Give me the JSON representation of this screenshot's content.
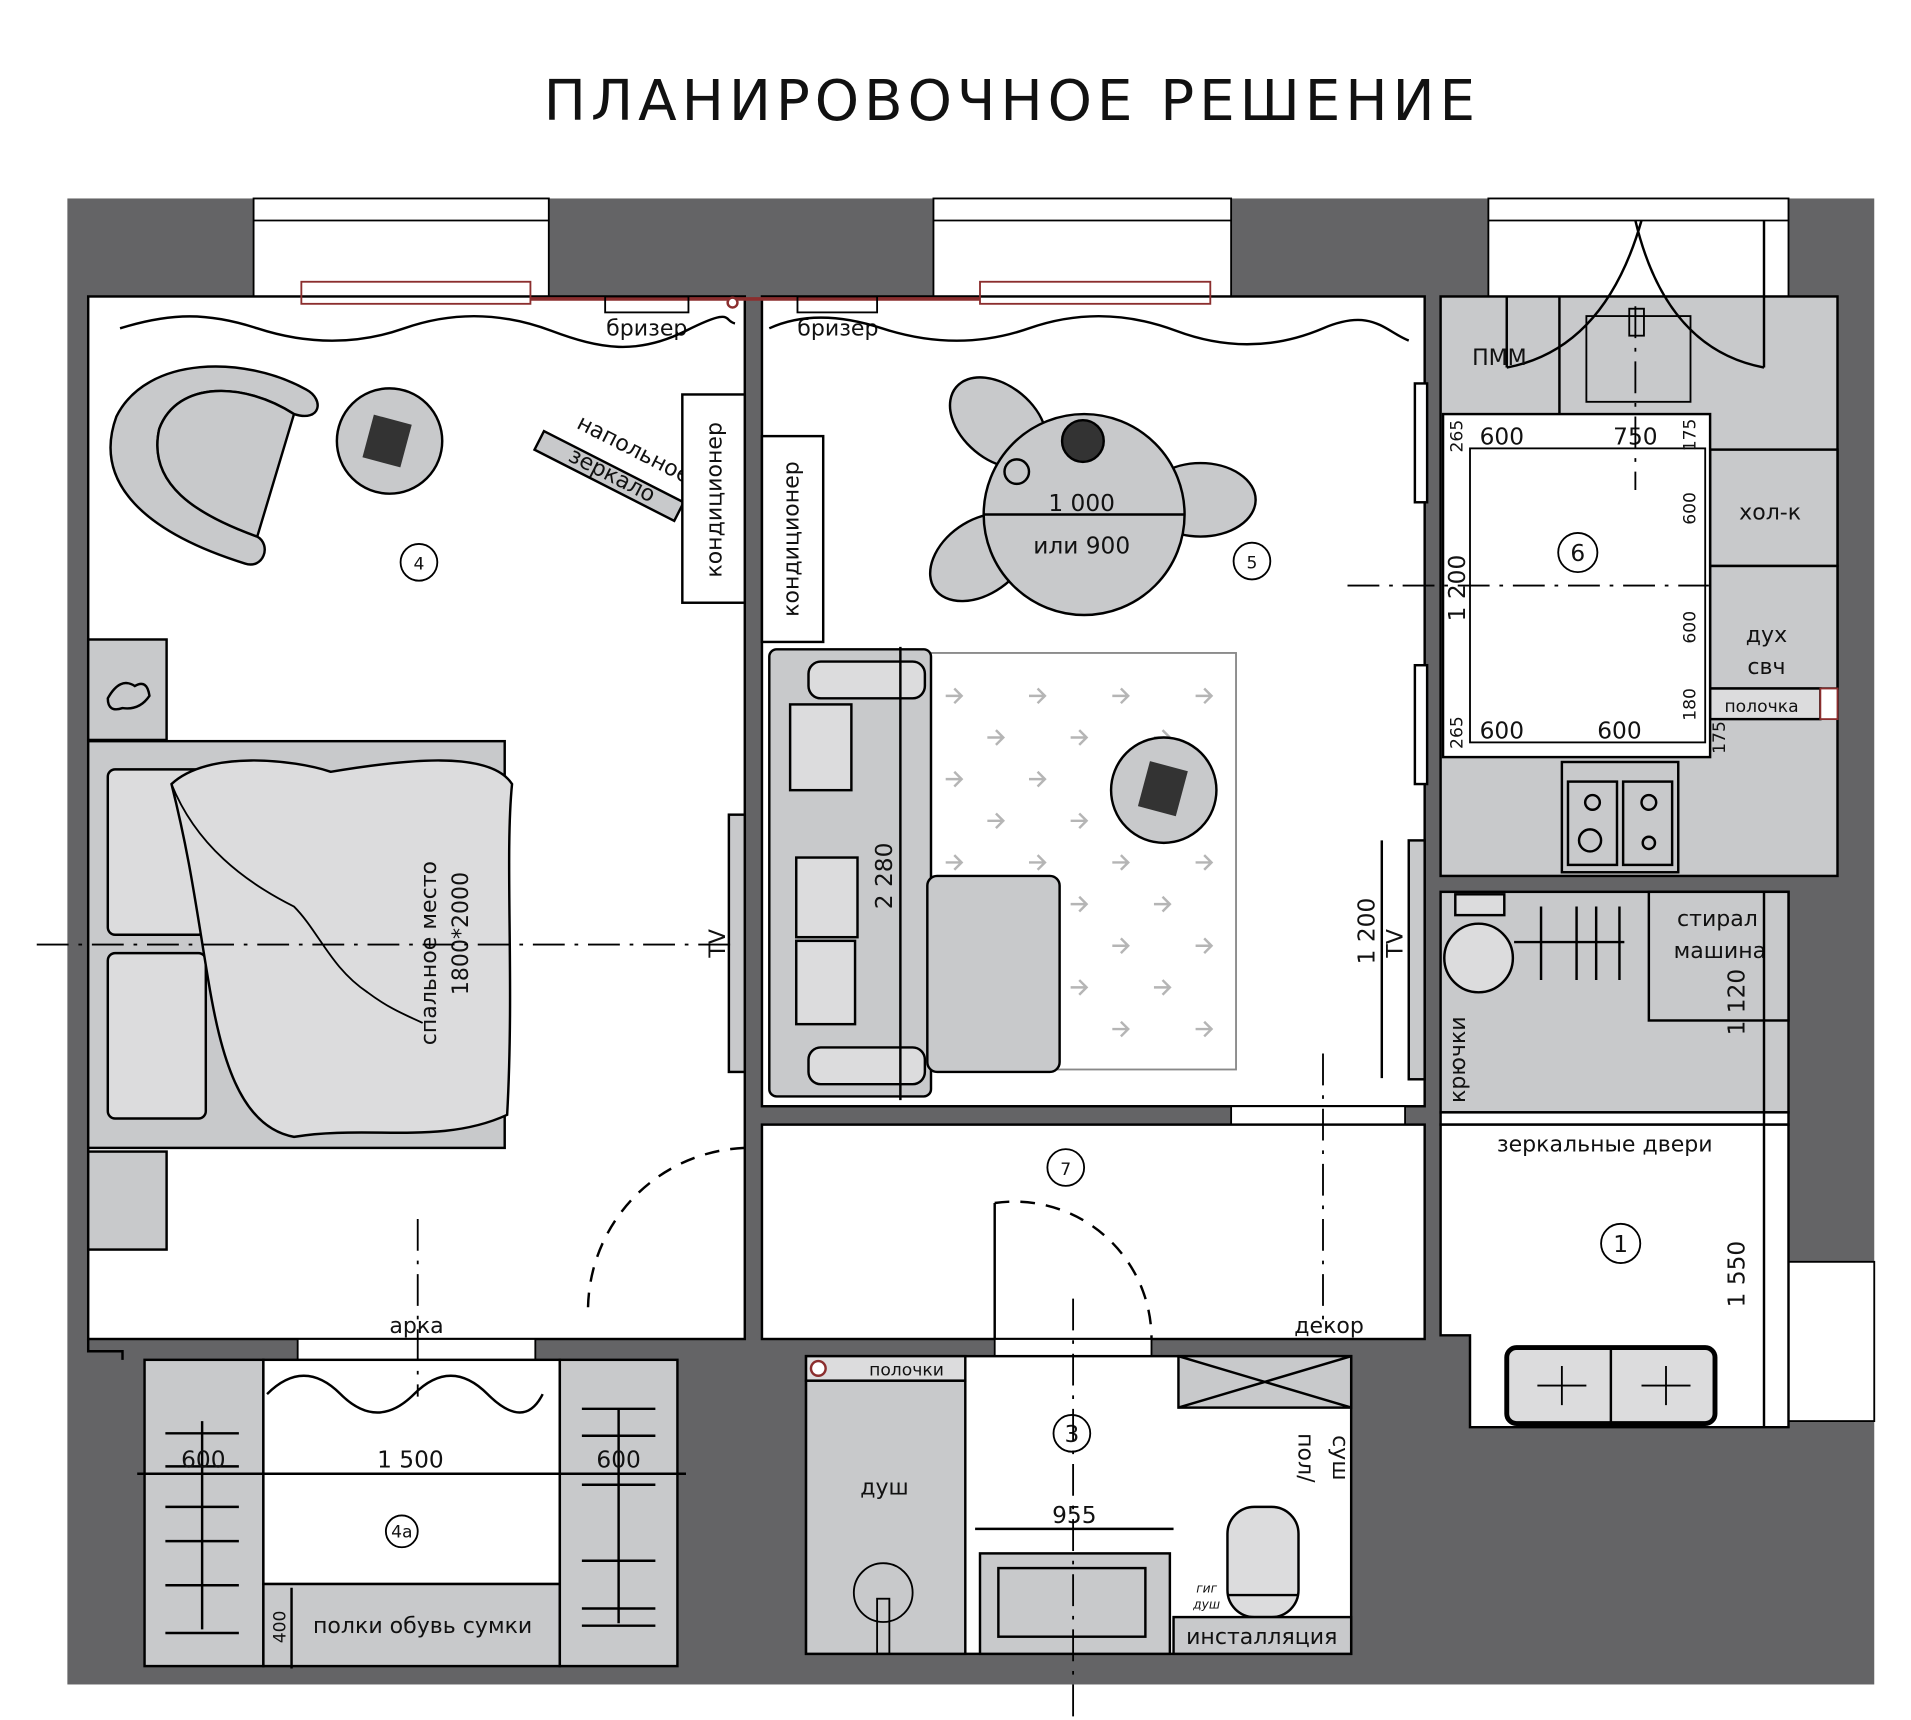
{
  "title": "ПЛАНИРОВОЧНОЕ РЕШЕНИЕ",
  "colors": {
    "wall": "#646466",
    "furniture": "#c8c9cb",
    "line": "#000000",
    "rail": "#8b2e2e"
  },
  "rooms": {
    "r1": "1",
    "r3": "3",
    "r4": "4",
    "r4a": "4а",
    "r5": "5",
    "r6": "6",
    "r7": "7"
  },
  "bedroom": {
    "brizer": "бризер",
    "mirror_line1": "напольное",
    "mirror_line2": "зеркало",
    "conditioner": "кондиционер",
    "bed_line1": "спальное место",
    "bed_line2": "1800*2000",
    "tv": "TV",
    "arch": "арка"
  },
  "living": {
    "brizer": "бризер",
    "conditioner": "кондиционер",
    "table_line1": "1 000",
    "table_line2": "или 900",
    "sofa_dim": "2 280",
    "tv_dim": "1 200",
    "tv": "TV"
  },
  "kitchen": {
    "dishwasher": "ПММ",
    "fridge": "хол-к",
    "oven_line1": "дух",
    "oven_line2": "свч",
    "shelf": "полочка",
    "dims": {
      "top_left": "600",
      "top_right": "750",
      "top_right_gap": "175",
      "left_top": "265",
      "left_total": "1 200",
      "right_upper": "600",
      "right_lower": "600",
      "right_bottom": "180",
      "left_bottom": "265",
      "bottom_left": "600",
      "bottom_right": "600",
      "bottom_gap": "175"
    }
  },
  "laundry": {
    "washer_line1": "стирал",
    "washer_line2": "машина",
    "dim": "1 120",
    "hooks": "крючки"
  },
  "hall": {
    "mirror_doors": "зеркальные двери",
    "dim": "1 550"
  },
  "corridor": {
    "decor": "декор"
  },
  "closet": {
    "dim_left": "600",
    "dim_center": "1 500",
    "dim_right": "600",
    "depth": "400",
    "shelves": "полки обувь сумки"
  },
  "bath": {
    "shelves": "полочки",
    "shower": "душ",
    "vanity_dim": "955",
    "dryer_line1": "пол/",
    "dryer_line2": "суш",
    "hyg_line1": "гиг",
    "hyg_line2": "душ",
    "installation": "инсталляция"
  }
}
